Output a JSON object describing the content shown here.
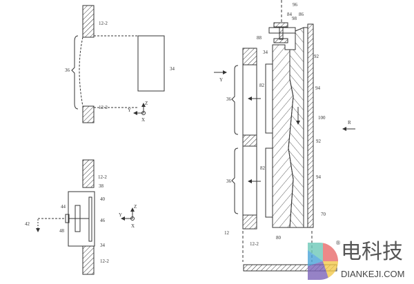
{
  "figure_top_left": {
    "labels": {
      "wall_top": "12-2",
      "wall_bottom": "12-2",
      "gap": "36",
      "component": "34"
    },
    "axes": {
      "z": "Z",
      "y": "Y",
      "x": "X"
    }
  },
  "figure_bottom_left": {
    "labels": {
      "wall_top": "12-2",
      "l38": "38",
      "l40": "40",
      "l44": "44",
      "l46": "46",
      "l48": "48",
      "l42": "42",
      "l34": "34",
      "wall_bottom": "12-2"
    },
    "axes": {
      "z": "Z",
      "y": "Y",
      "x": "X"
    }
  },
  "figure_right": {
    "labels": {
      "l96": "96",
      "l84": "84",
      "l98": "98",
      "l86": "86",
      "l88": "88",
      "l34": "34",
      "l92a": "92",
      "l94a": "94",
      "l82a": "82",
      "l36a": "36",
      "l100": "100",
      "l92b": "92",
      "l82b": "82",
      "l94b": "94",
      "l36b": "36",
      "l70": "70",
      "l12": "12",
      "l12_2": "12-2",
      "l80": "80"
    },
    "arrows": {
      "y": "Y",
      "r": "R"
    }
  },
  "watermark": {
    "cn": "电科技",
    "en": "DIANKEJI.COM",
    "registered": "®"
  }
}
